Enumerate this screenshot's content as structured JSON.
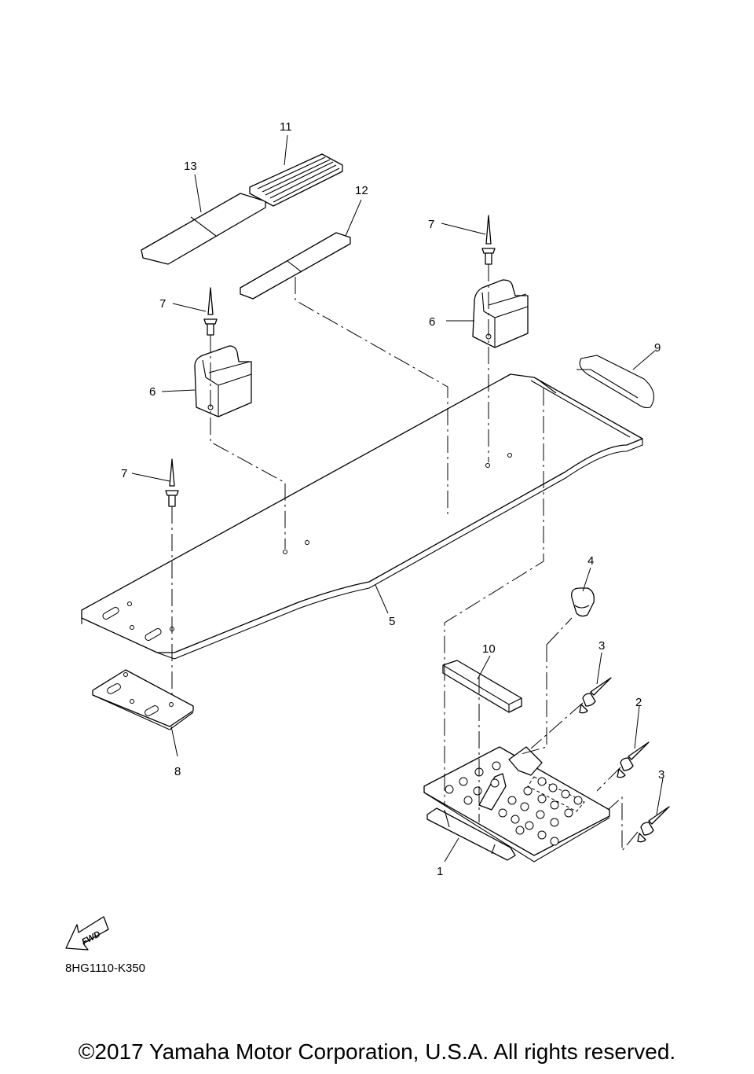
{
  "diagram_code": "8HG1110-K350",
  "fwd_label": "FWD",
  "copyright": "©2017 Yamaha Motor Corporation, U.S.A. All rights reserved.",
  "callouts": {
    "c1": "1",
    "c2": "2",
    "c3a": "3",
    "c3b": "3",
    "c4": "4",
    "c5": "5",
    "c6a": "6",
    "c6b": "6",
    "c7a": "7",
    "c7b": "7",
    "c7c": "7",
    "c8": "8",
    "c9": "9",
    "c10": "10",
    "c11": "11",
    "c12": "12",
    "c13": "13"
  }
}
